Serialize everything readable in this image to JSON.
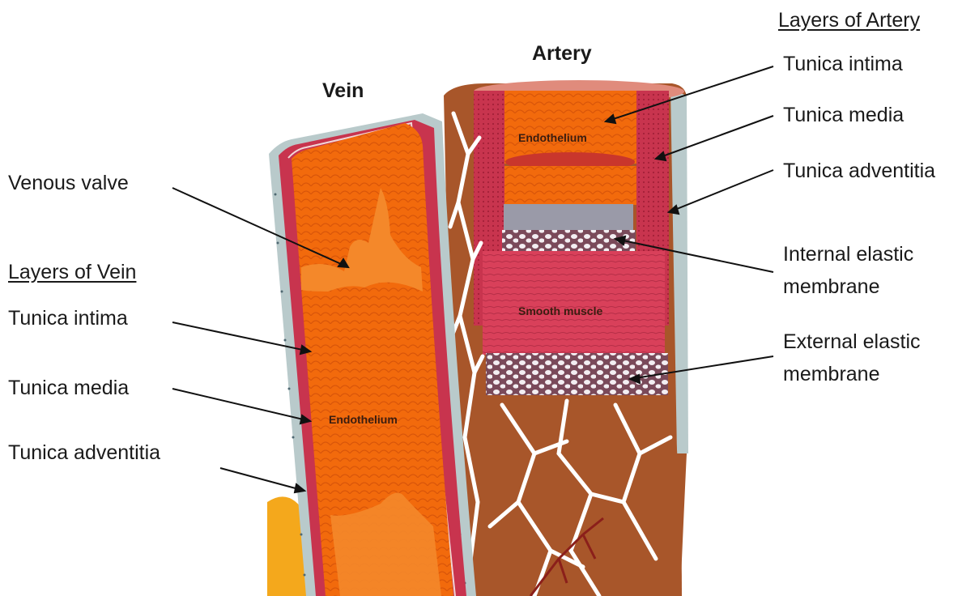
{
  "titles": {
    "vein": "Vein",
    "artery": "Artery"
  },
  "vein_labels": {
    "venous_valve": "Venous valve",
    "heading": "Layers of Vein",
    "tunica_intima": "Tunica intima",
    "tunica_media": "Tunica media",
    "tunica_adventitia": "Tunica adventitia",
    "endothelium": "Endothelium"
  },
  "artery_labels": {
    "heading": "Layers of Artery",
    "tunica_intima": "Tunica intima",
    "tunica_media": "Tunica media",
    "tunica_adventitia": "Tunica adventitia",
    "internal_elastic_line1": "Internal elastic",
    "internal_elastic_line2": "membrane",
    "external_elastic_line1": "External elastic",
    "external_elastic_line2": "membrane",
    "endothelium": "Endothelium",
    "smooth_muscle": "Smooth muscle"
  },
  "colors": {
    "lumen_orange": "#f26a0c",
    "wall_pink": "#c8344e",
    "adventitia_grey": "#b9cacb",
    "artery_brown": "#a8562a",
    "elastic_grey": "#9a9aa8",
    "vessel_white": "#ffffff"
  }
}
